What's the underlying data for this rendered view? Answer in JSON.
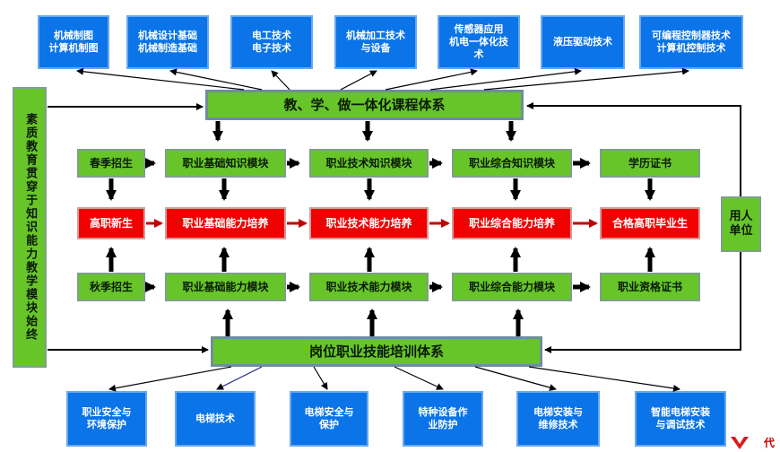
{
  "top_boxes": [
    "机械制图\n计算机制图",
    "机械设计基础\n机械制造基础",
    "电工技术\n电子技术",
    "机械加工技术\n与设备",
    "传感器应用\n机电一体化技\n术",
    "液压驱动技术",
    "可编程控制器技术\n计算机控制技术"
  ],
  "curriculum_title": "教、学、做一体化课程体系",
  "training_title": "岗位职业技能培训体系",
  "left_banner": "素质教育贯穿于知识能力教学模块始终",
  "employer": "用人\n单位",
  "row1": [
    "春季招生",
    "职业基础知识模块",
    "职业技术知识模块",
    "职业综合知识模块",
    "学历证书"
  ],
  "row2": [
    "高职新生",
    "职业基础能力培养",
    "职业技术能力培养",
    "职业综合能力培养",
    "合格高职毕业生"
  ],
  "row3": [
    "秋季招生",
    "职业基础能力模块",
    "职业技术能力模块",
    "职业综合能力模块",
    "职业资格证书"
  ],
  "bottom_boxes": [
    "职业安全与\n环境保护",
    "电梯技术",
    "电梯安全与\n保护",
    "特种设备作\n业防护",
    "电梯安装与\n维修技术",
    "智能电梯安装\n与调试技术"
  ],
  "watermark": "代",
  "colors": {
    "blue": "#0a74e8",
    "green": "#67c52a",
    "red": "#f00000",
    "arrow_dark": "#000000",
    "arrow_red": "#c00000"
  }
}
